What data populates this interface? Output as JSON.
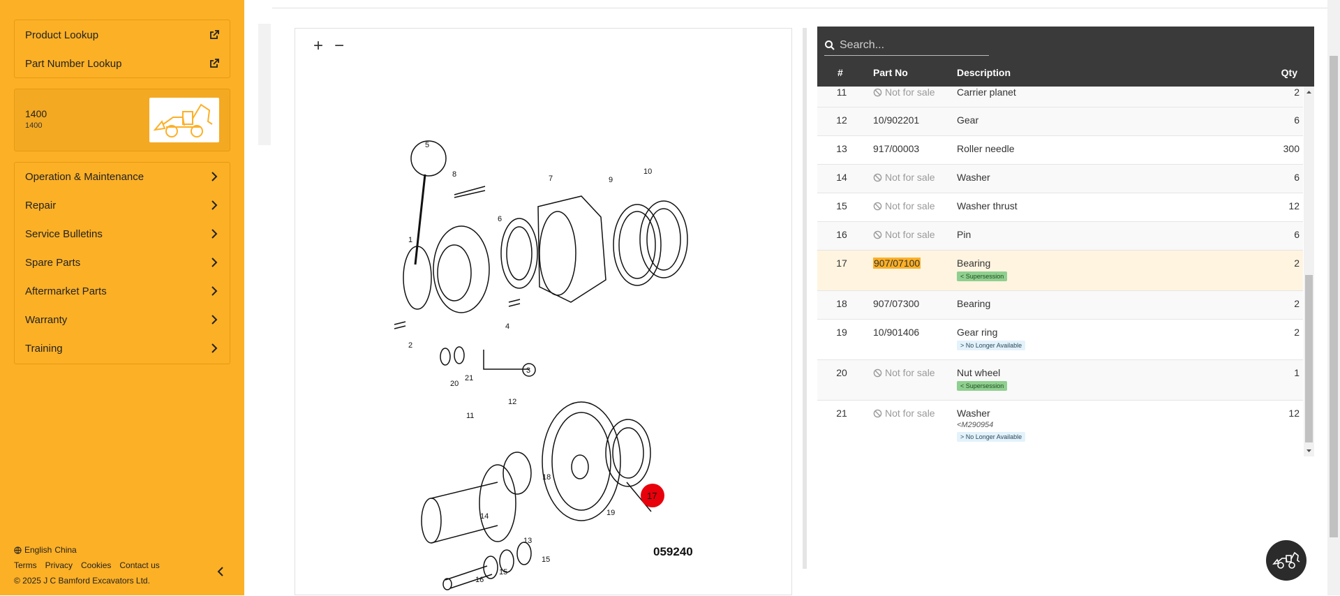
{
  "sidebar": {
    "top_links": [
      {
        "label": "Product Lookup",
        "icon": "external-link-icon"
      },
      {
        "label": "Part Number Lookup",
        "icon": "external-link-icon"
      }
    ],
    "machine": {
      "title": "1400",
      "subtitle": "1400",
      "image_icon": "backhoe-loader-icon"
    },
    "nav_items": [
      {
        "label": "Operation & Maintenance"
      },
      {
        "label": "Repair"
      },
      {
        "label": "Service Bulletins"
      },
      {
        "label": "Spare Parts"
      },
      {
        "label": "Aftermarket Parts"
      },
      {
        "label": "Warranty"
      },
      {
        "label": "Training"
      }
    ],
    "footer": {
      "language": "English",
      "region": "China",
      "links": [
        "Terms",
        "Privacy",
        "Cookies",
        "Contact us"
      ],
      "copyright": "© 2025 J C Bamford Excavators Ltd."
    }
  },
  "diagram": {
    "zoom_in": "+",
    "zoom_out": "−",
    "drawing_number": "059240",
    "selected_callout": "17",
    "callouts": [
      "5",
      "8",
      "7",
      "10",
      "9",
      "6",
      "1",
      "4",
      "3",
      "2",
      "20",
      "21",
      "11",
      "12",
      "18",
      "19",
      "14",
      "13",
      "15",
      "16",
      "15"
    ]
  },
  "table": {
    "search_placeholder": "Search...",
    "columns": {
      "num": "#",
      "part": "Part No",
      "desc": "Description",
      "qty": "Qty"
    },
    "rows": [
      {
        "num": "11",
        "part": "Not for sale",
        "nfs": true,
        "desc": "Carrier planet",
        "qty": "2"
      },
      {
        "num": "12",
        "part": "10/902201",
        "nfs": false,
        "desc": "Gear",
        "qty": "6"
      },
      {
        "num": "13",
        "part": "917/00003",
        "nfs": false,
        "desc": "Roller needle",
        "qty": "300"
      },
      {
        "num": "14",
        "part": "Not for sale",
        "nfs": true,
        "desc": "Washer",
        "qty": "6"
      },
      {
        "num": "15",
        "part": "Not for sale",
        "nfs": true,
        "desc": "Washer thrust",
        "qty": "12"
      },
      {
        "num": "16",
        "part": "Not for sale",
        "nfs": true,
        "desc": "Pin",
        "qty": "6"
      },
      {
        "num": "17",
        "part": "907/07100",
        "nfs": false,
        "desc": "Bearing",
        "qty": "2",
        "badge": "< Supersession",
        "selected": true
      },
      {
        "num": "18",
        "part": "907/07300",
        "nfs": false,
        "desc": "Bearing",
        "qty": "2"
      },
      {
        "num": "19",
        "part": "10/901406",
        "nfs": false,
        "desc": "Gear ring",
        "qty": "2",
        "badge": "> No Longer Available"
      },
      {
        "num": "20",
        "part": "Not for sale",
        "nfs": true,
        "desc": "Nut wheel",
        "qty": "1",
        "badge": "< Supersession"
      },
      {
        "num": "21",
        "part": "Not for sale",
        "nfs": true,
        "desc": "Washer",
        "qty": "12",
        "note": "<M290954",
        "badge": "> No Longer Available"
      }
    ]
  },
  "colors": {
    "accent": "#fcb026",
    "header": "#3a3a3a",
    "selected_row": "#fff4e0",
    "callout": "#e8000b"
  }
}
